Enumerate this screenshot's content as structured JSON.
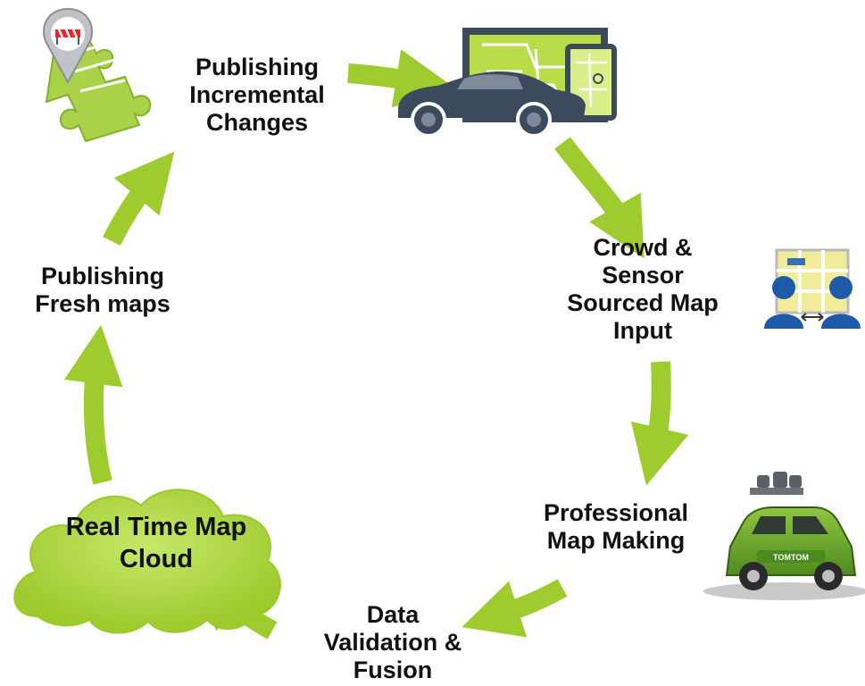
{
  "diagram": {
    "accent": "#9ecb2d",
    "accent_dark": "#7fa91c",
    "vehicle_color": "#3b4a5c",
    "cloud_label": {
      "line1": "Real Time Map",
      "line2": "Cloud"
    },
    "stages": {
      "publishing_incremental": {
        "line1": "Publishing",
        "line2": "Incremental",
        "line3": "Changes"
      },
      "crowd_sensor": {
        "line1": "Crowd &",
        "line2": "Sensor",
        "line3": "Sourced Map",
        "line4": "Input"
      },
      "professional": {
        "line1": "Professional",
        "line2": "Map Making"
      },
      "data_validation": {
        "line1": "Data",
        "line2": "Validation &",
        "line3": "Fusion"
      },
      "publishing_fresh": {
        "line1": "Publishing",
        "line2": "Fresh maps"
      }
    },
    "icons": [
      "puzzle-map-pin-icon",
      "connected-car-device-icon",
      "users-map-exchange-icon",
      "survey-car-icon",
      "cloud-icon"
    ],
    "logo_text": "TOMTOM"
  }
}
